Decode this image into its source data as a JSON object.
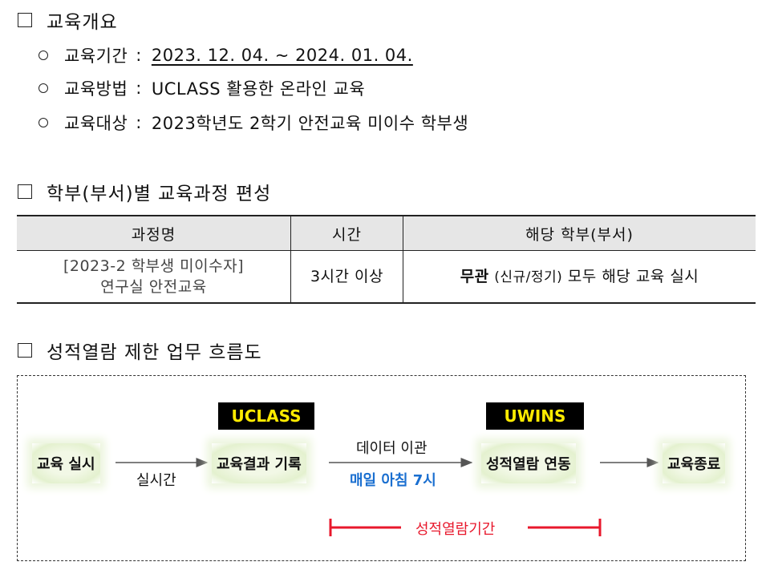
{
  "sections": {
    "overview": {
      "title": "교육개요",
      "items": [
        {
          "label": "교육기간",
          "value": "2023. 12. 04. ~ 2024. 01. 04."
        },
        {
          "label": "교육방법",
          "value": "UCLASS 활용한 온라인 교육"
        },
        {
          "label": "교육대상",
          "value": "2023학년도 2학기 안전교육 미이수 학부생"
        }
      ]
    },
    "course": {
      "title": "학부(부서)별 교육과정 편성",
      "headers": [
        "과정명",
        "시간",
        "해당 학부(부서)"
      ],
      "row": {
        "name_line1": "[2023-2 학부생 미이수자]",
        "name_line2": "연구실 안전교육",
        "time": "3시간 이상",
        "dept_bold": "무관",
        "dept_paren": "(신규/정기)",
        "dept_rest": "모두 해당 교육 실시"
      }
    },
    "flow": {
      "title": "성적열람 제한 업무 흐름도",
      "tags": {
        "uclass": "UCLASS",
        "uwins": "UWINS"
      },
      "nodes": {
        "n1": "교육 실시",
        "n2": "교육결과 기록",
        "n3": "성적열람 연동",
        "n4": "교육종료"
      },
      "labels": {
        "realtime": "실시간",
        "transfer": "데이터 이관",
        "daily": "매일 아침 7시",
        "period": "성적열람기간"
      },
      "colors": {
        "blue": "#1a6fd0",
        "red": "#e8182c",
        "tag_text": "#ffeb00"
      }
    }
  },
  "colon": ":"
}
